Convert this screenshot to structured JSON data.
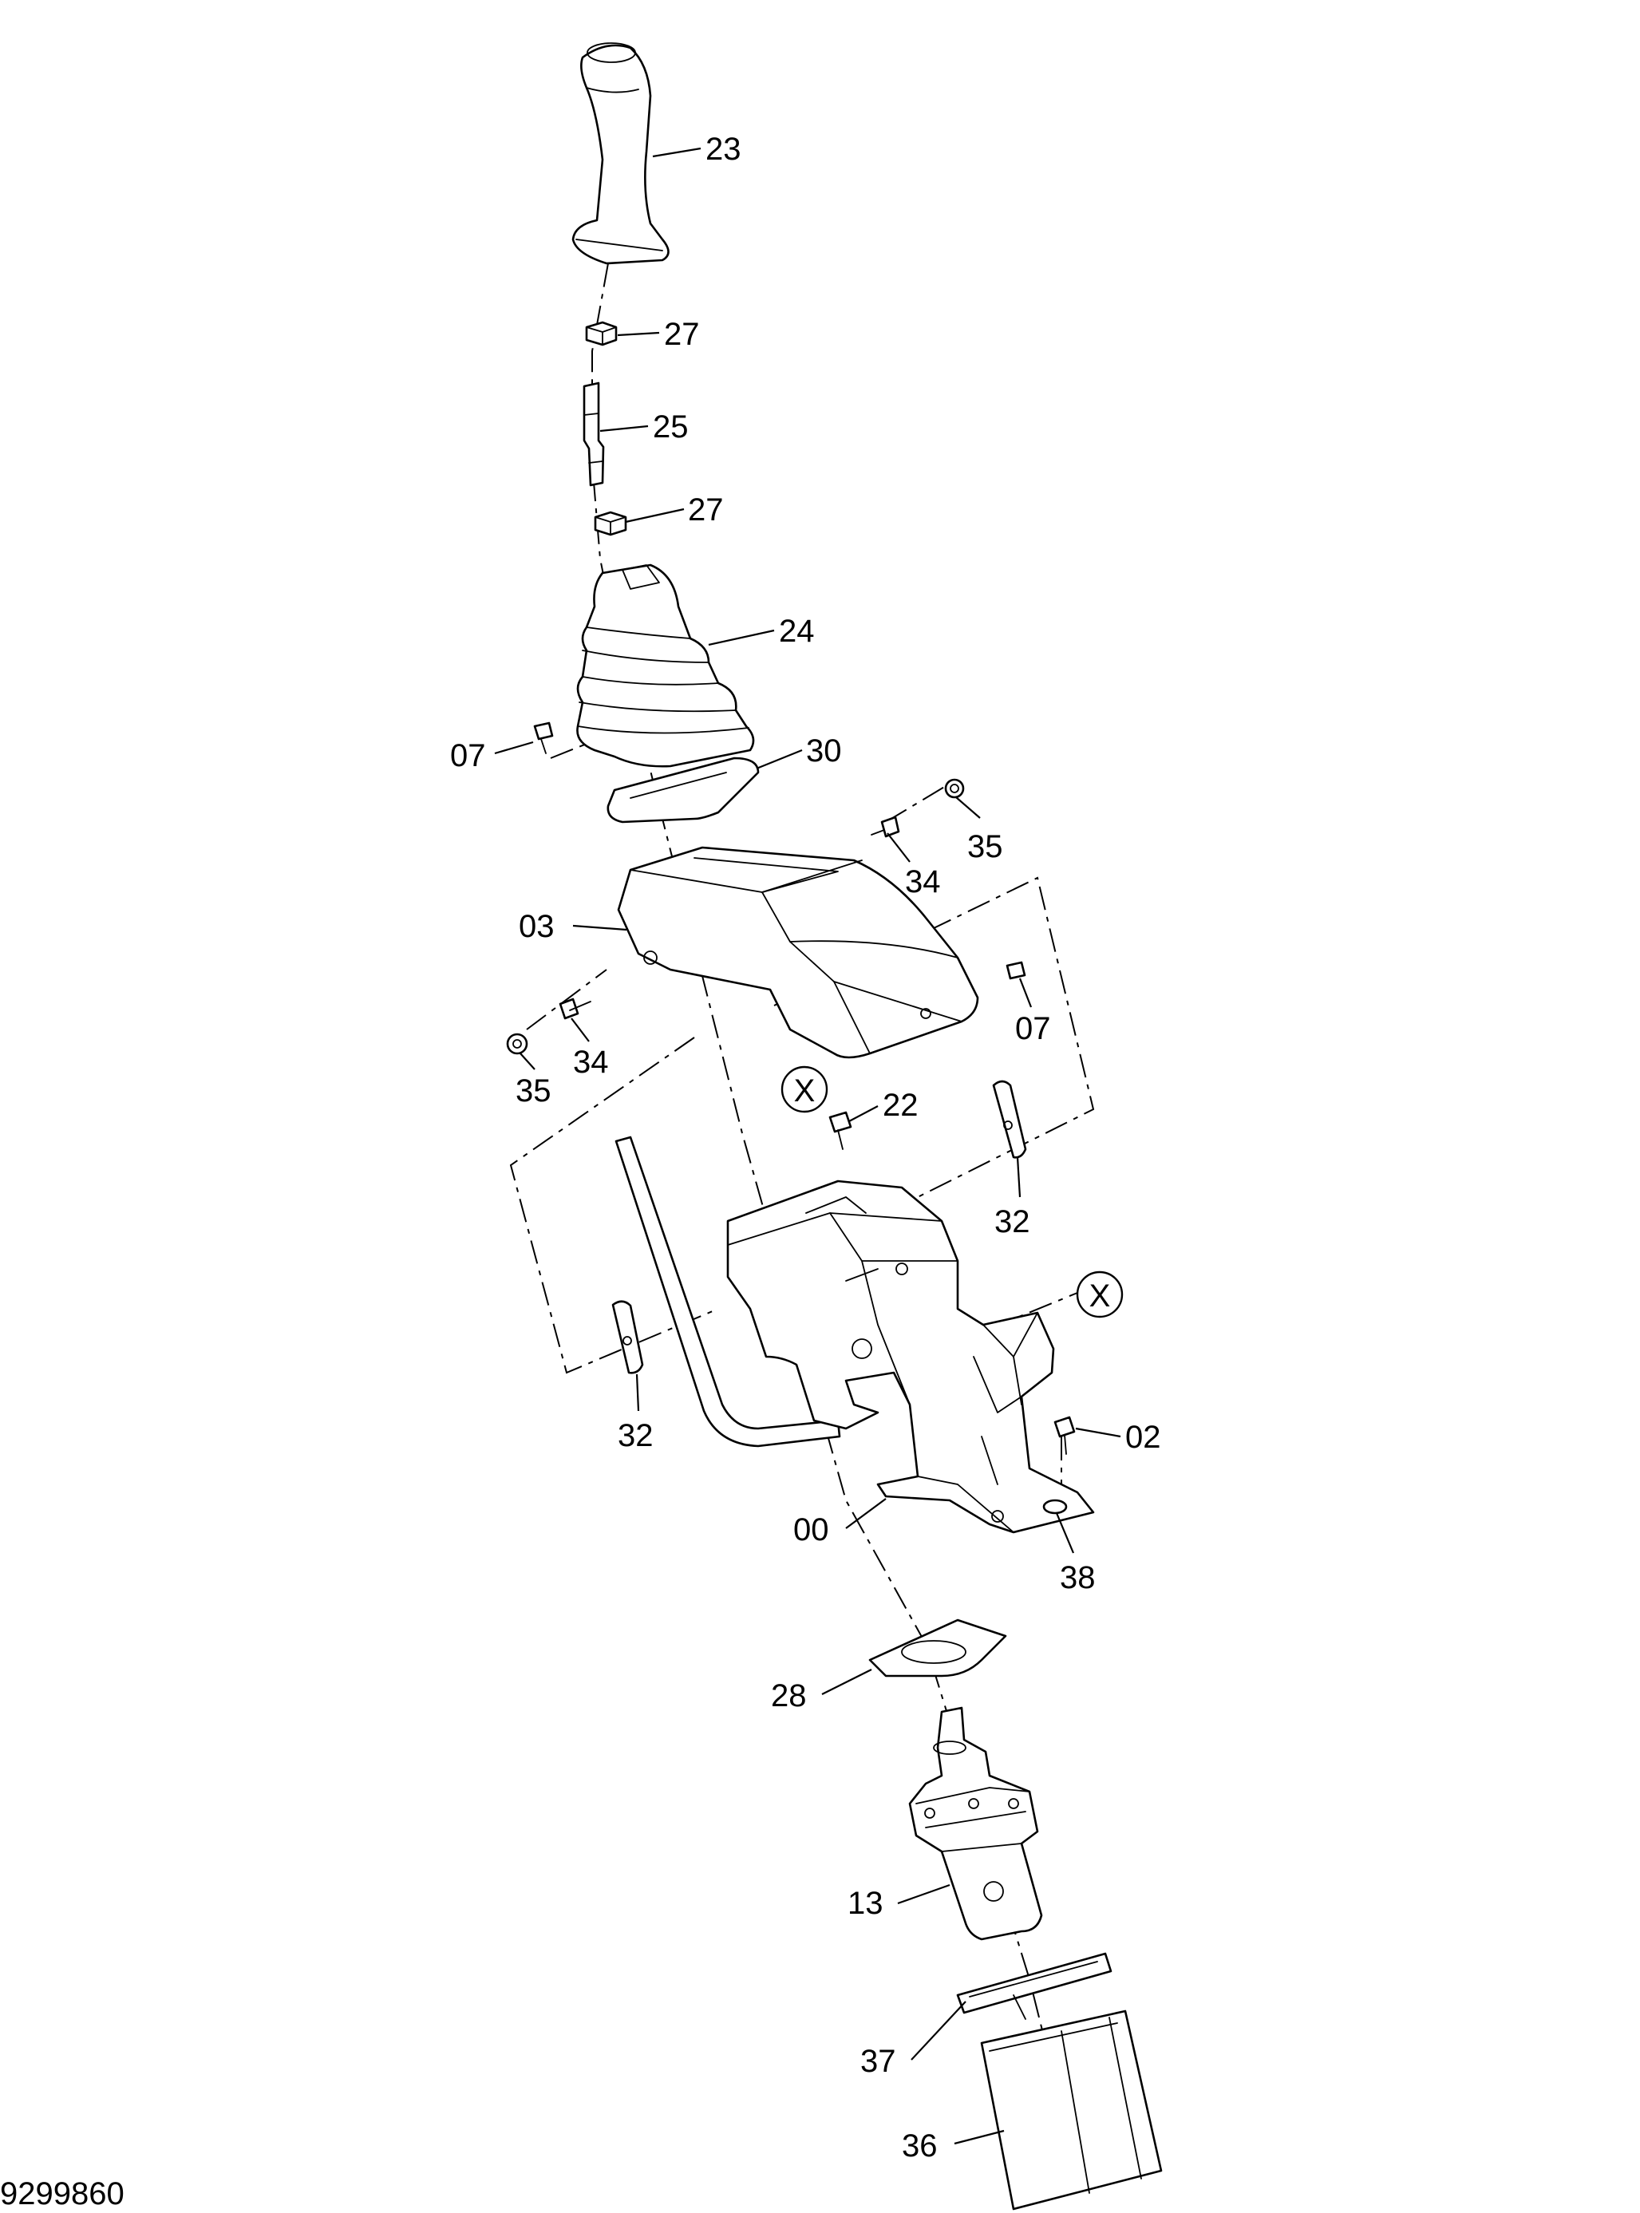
{
  "drawing": {
    "number": "9299860",
    "connector_label": "X"
  },
  "callouts": [
    "23",
    "27",
    "25",
    "27",
    "24",
    "07",
    "30",
    "34",
    "35",
    "03",
    "07",
    "34",
    "35",
    "22",
    "32",
    "32",
    "02",
    "00",
    "38",
    "28",
    "13",
    "37",
    "36"
  ]
}
